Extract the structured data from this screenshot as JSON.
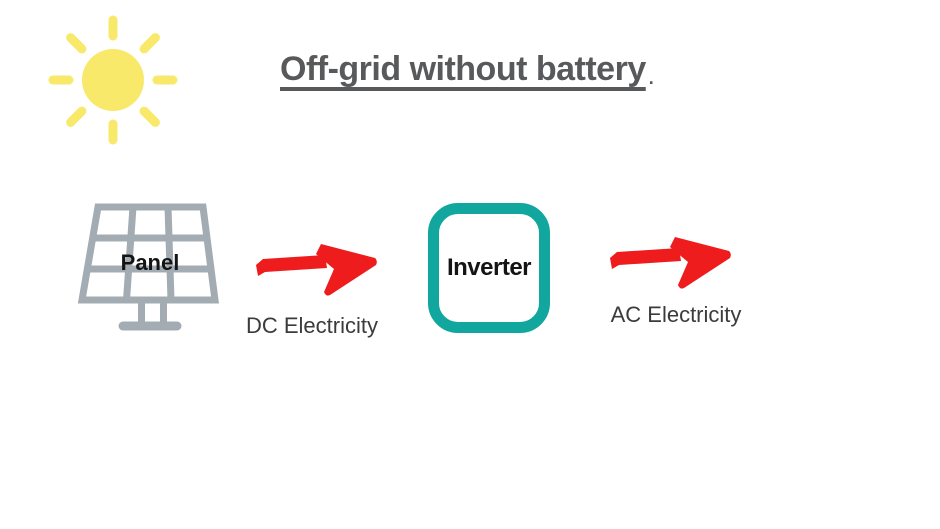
{
  "title": {
    "text": "Off-grid without battery",
    "trailing_mark": "."
  },
  "nodes": {
    "panel": {
      "label": "Panel"
    },
    "inverter": {
      "label": "Inverter"
    }
  },
  "flows": [
    {
      "label": "DC Electricity"
    },
    {
      "label": "AC Electricity"
    }
  ],
  "icons": {
    "sun": "sun-icon",
    "solar_panel": "solar-panel-icon",
    "arrow": "arrow-right-icon"
  },
  "colors": {
    "background": "#FFFFFF",
    "sun_yellow": "#F8E96B",
    "panel_gray": "#A3ACB3",
    "inverter_teal": "#12A79E",
    "arrow_red": "#EE1C1C",
    "title_gray": "#58595B",
    "label_dark": "#3B3B3B"
  }
}
